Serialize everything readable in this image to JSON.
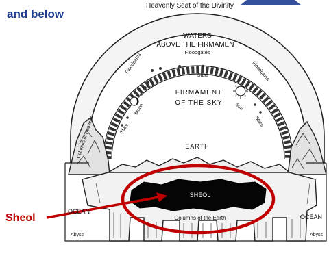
{
  "header": {
    "caption_line": "and below",
    "subtitle": "Heavenly Seat of the Divinity"
  },
  "diagram": {
    "labels": {
      "waters_1": "WATERS",
      "waters_2": "ABOVE THE FIRMAMENT",
      "floodgates_top": "Floodgates",
      "floodgates_left": "Floodgates",
      "floodgates_right": "Floodgates",
      "stars_top": "Stars",
      "stars_left": "Stars",
      "stars_right": "Stars",
      "moon": "Moon",
      "sun": "Sun",
      "firmament_1": "FIRMAMENT",
      "firmament_2": "OF THE SKY",
      "columns_of_heavens": "Columns of Heavens",
      "earth": "EARTH",
      "sheol_inner": "SHEOL",
      "columns_of_earth": "Columns of the Earth",
      "ocean_left": "OCEAN",
      "ocean_right": "OCEAN",
      "abyss_left": "Abyss",
      "abyss_right": "Abyss"
    },
    "callout": {
      "label": "Sheol",
      "color": "#c00000"
    }
  }
}
